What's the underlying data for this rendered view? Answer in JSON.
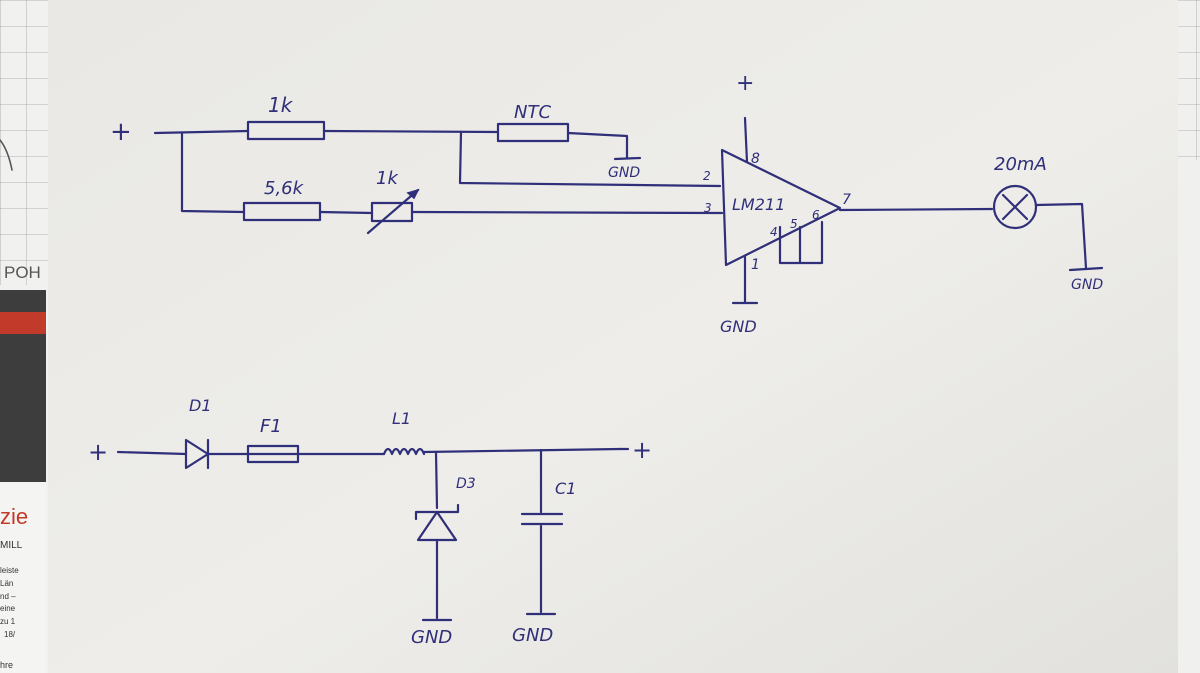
{
  "colors": {
    "ink": "#2f2f7a",
    "paper": "#ecebe7",
    "book_red": "#c23b2a",
    "book_dark": "#3d3d3d"
  },
  "circuit_top": {
    "supply_plus": "+",
    "r1_label": "1k",
    "r2_label": "5,6k",
    "pot_label": "1k",
    "ntc_label": "NTC",
    "ntc_gnd": "GND",
    "comparator_label": "LM211",
    "pins": {
      "p2": "2",
      "p3": "3",
      "p8": "8",
      "p7": "7",
      "p1": "1",
      "p4": "4",
      "p5": "5",
      "p6": "6"
    },
    "vcc_plus": "+",
    "comp_gnd": "GND",
    "lamp_label": "20mA",
    "lamp_gnd": "GND"
  },
  "circuit_bottom": {
    "input_plus": "+",
    "d1_label": "D1",
    "f1_label": "F1",
    "l1_label": "L1",
    "output_plus": "+",
    "d3_label": "D3",
    "c1_label": "C1",
    "d3_gnd": "GND",
    "c1_gnd": "GND"
  },
  "left_book": {
    "heading": "POH",
    "word_big": "zie",
    "word_small": "MILL",
    "lines": [
      "leiste",
      "Län",
      "nd –",
      "eine",
      "zu 1",
      "18/"
    ],
    "footer": "hre"
  }
}
